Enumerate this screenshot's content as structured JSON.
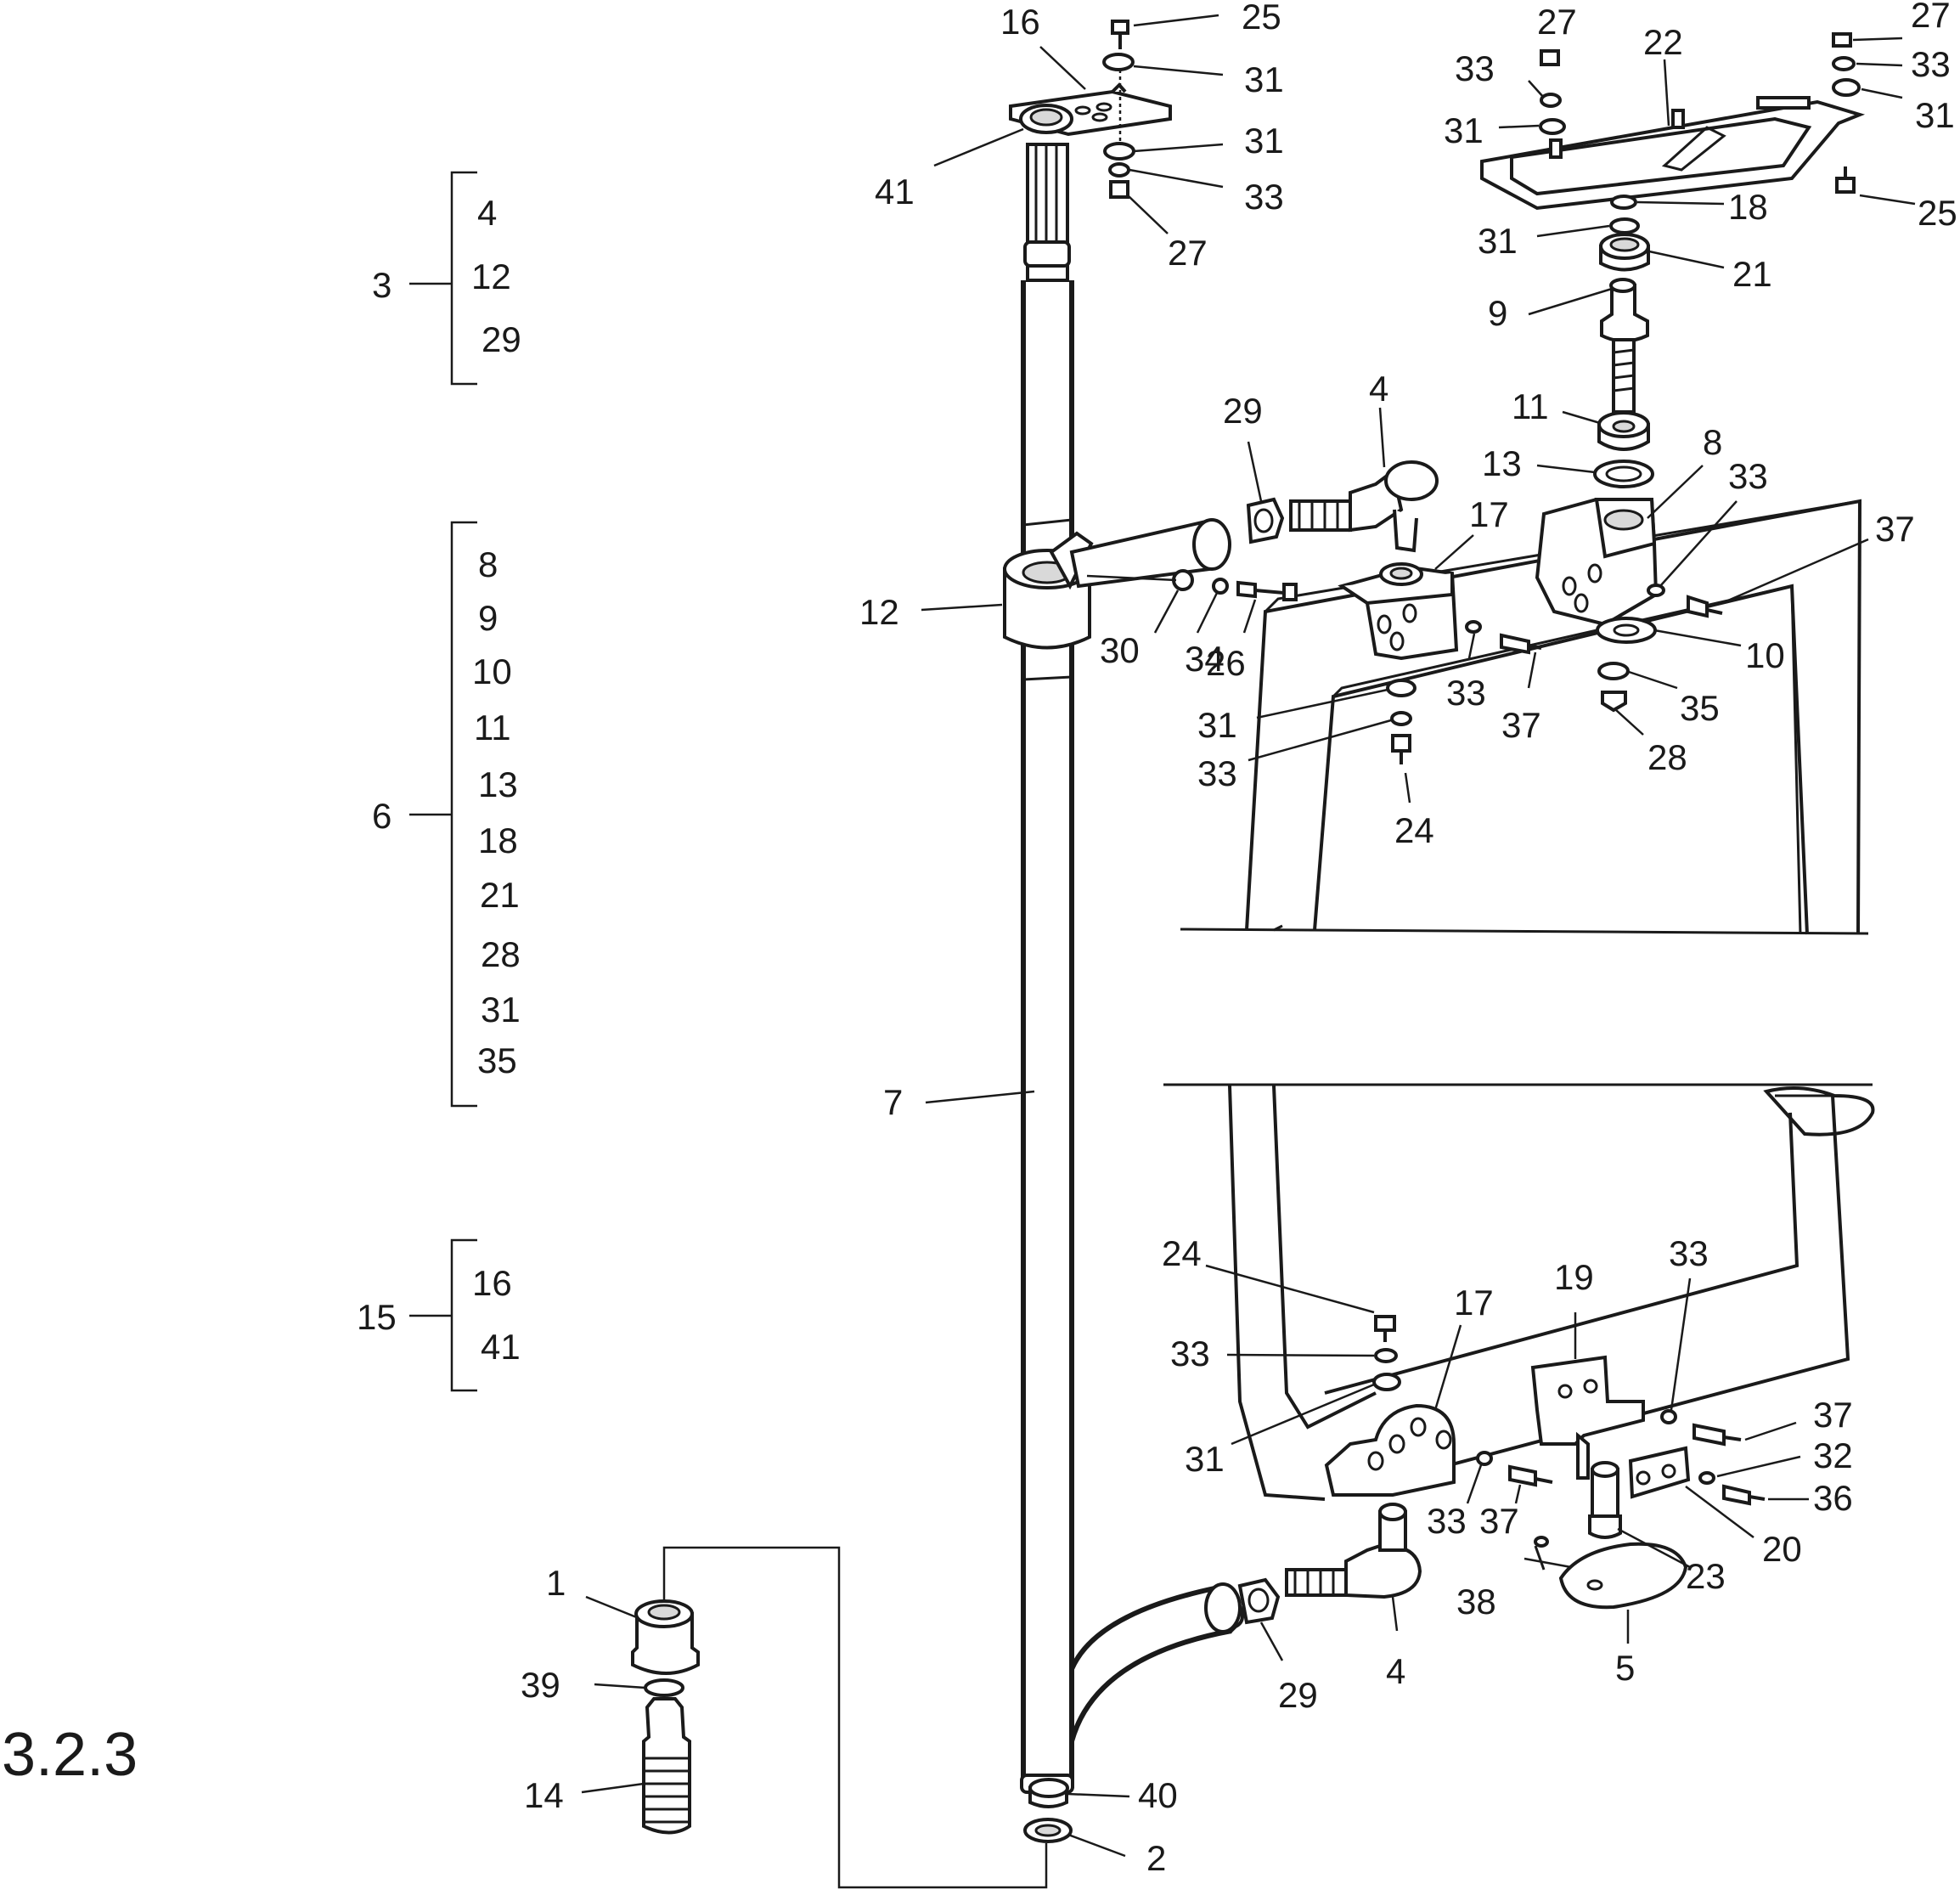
{
  "figure_number": "3.2.3",
  "colors": {
    "ink": "#1a1a1a",
    "paper": "#ffffff",
    "shade": "#d9d9d9"
  },
  "assembly_groups": [
    {
      "id": "3",
      "members": [
        "4",
        "12",
        "29"
      ]
    },
    {
      "id": "6",
      "members": [
        "8",
        "9",
        "10",
        "11",
        "13",
        "18",
        "21",
        "28",
        "31",
        "35"
      ]
    },
    {
      "id": "15",
      "members": [
        "16",
        "41"
      ]
    }
  ],
  "callouts": [
    {
      "label": "16"
    },
    {
      "label": "25"
    },
    {
      "label": "31"
    },
    {
      "label": "31"
    },
    {
      "label": "33"
    },
    {
      "label": "27"
    },
    {
      "label": "41"
    },
    {
      "label": "27"
    },
    {
      "label": "22"
    },
    {
      "label": "33"
    },
    {
      "label": "31"
    },
    {
      "label": "27"
    },
    {
      "label": "33"
    },
    {
      "label": "31"
    },
    {
      "label": "18"
    },
    {
      "label": "25"
    },
    {
      "label": "31"
    },
    {
      "label": "21"
    },
    {
      "label": "9"
    },
    {
      "label": "11"
    },
    {
      "label": "13"
    },
    {
      "label": "8"
    },
    {
      "label": "33"
    },
    {
      "label": "37"
    },
    {
      "label": "29"
    },
    {
      "label": "4"
    },
    {
      "label": "17"
    },
    {
      "label": "12"
    },
    {
      "label": "30"
    },
    {
      "label": "34"
    },
    {
      "label": "26"
    },
    {
      "label": "33"
    },
    {
      "label": "37"
    },
    {
      "label": "10"
    },
    {
      "label": "35"
    },
    {
      "label": "28"
    },
    {
      "label": "31"
    },
    {
      "label": "33"
    },
    {
      "label": "24"
    },
    {
      "label": "7"
    },
    {
      "label": "24"
    },
    {
      "label": "33"
    },
    {
      "label": "31"
    },
    {
      "label": "17"
    },
    {
      "label": "19"
    },
    {
      "label": "33"
    },
    {
      "label": "37"
    },
    {
      "label": "32"
    },
    {
      "label": "36"
    },
    {
      "label": "33"
    },
    {
      "label": "37"
    },
    {
      "label": "20"
    },
    {
      "label": "23"
    },
    {
      "label": "38"
    },
    {
      "label": "5"
    },
    {
      "label": "4"
    },
    {
      "label": "29"
    },
    {
      "label": "1"
    },
    {
      "label": "39"
    },
    {
      "label": "14"
    },
    {
      "label": "40"
    },
    {
      "label": "2"
    }
  ]
}
